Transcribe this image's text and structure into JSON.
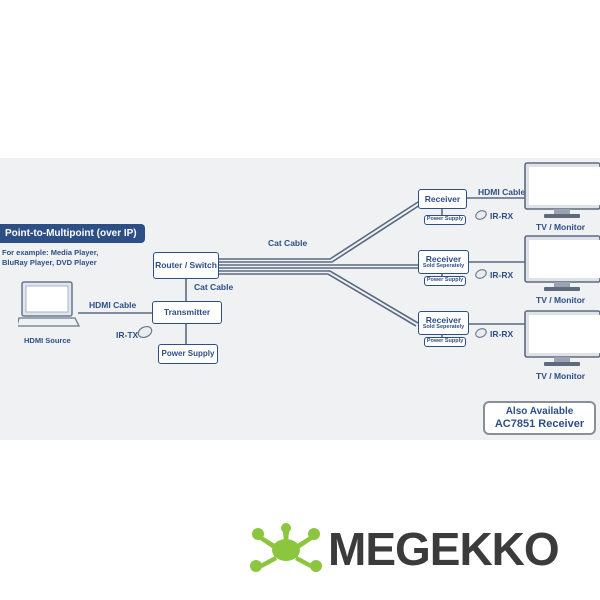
{
  "title": "Point-to-Multipoint (over IP)",
  "example_text_line1": "For example: Media Player,",
  "example_text_line2": "BluRay Player, DVD Player",
  "source_label": "HDMI Source",
  "hdmi_cable_label": "HDMI Cable",
  "router_label": "Router / Switch",
  "cat_cable_top": "Cat Cable",
  "cat_cable_mid": "Cat Cable",
  "transmitter_label": "Transmitter",
  "ir_tx_label": "IR-TX",
  "power_supply_label": "Power Supply",
  "receivers": [
    {
      "title": "Receiver",
      "subtitle": "",
      "power": "Power Supply",
      "ir": "IR-RX",
      "tv": "TV / Monitor",
      "cable": "HDMI Cable"
    },
    {
      "title": "Receiver",
      "subtitle": "Sold Seperately",
      "power": "Power Supply",
      "ir": "IR-RX",
      "tv": "TV / Monitor",
      "cable": ""
    },
    {
      "title": "Receiver",
      "subtitle": "Sold Seperately",
      "power": "Power Supply",
      "ir": "IR-RX",
      "tv": "TV / Monitor",
      "cable": ""
    }
  ],
  "also_available_line1": "Also Available",
  "also_available_line2": "AC7851 Receiver",
  "logo_text": "MEGEKKO",
  "colors": {
    "primary": "#2d4f86",
    "line": "#5a6a82",
    "logo_green": "#8cc63f",
    "logo_text": "#3b3b3b"
  },
  "icons": [
    "laptop-icon",
    "ir-sensor-icon",
    "monitor-icon",
    "frog-logo-icon"
  ]
}
